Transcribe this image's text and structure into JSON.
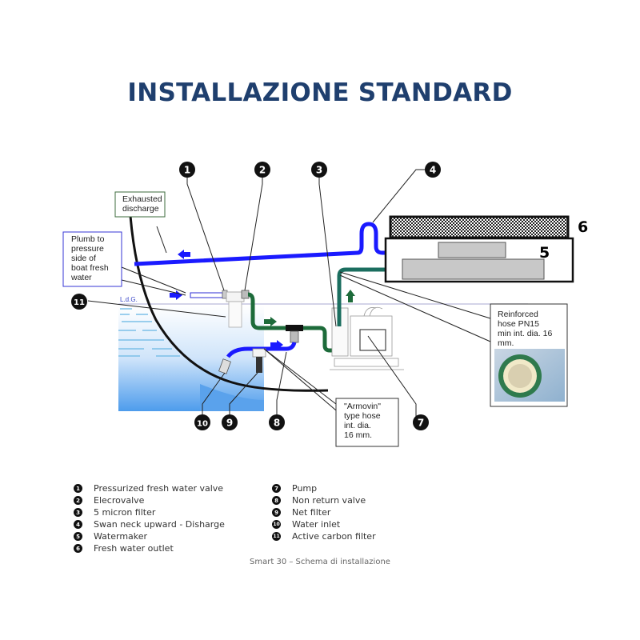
{
  "title": "INSTALLAZIONE STANDARD",
  "diagram": {
    "callouts": {
      "exhausted_discharge": [
        "Exhausted",
        "discharge"
      ],
      "plumb_to": [
        "Plumb to",
        "pressure",
        "side of",
        "boat fresh",
        "water"
      ],
      "waterline": "L.d.G.",
      "reinforced_hose": [
        "Reinforced",
        "hose   PN15",
        "min  int. dia.  16",
        "mm."
      ],
      "armovin_hose": [
        "\"Armovin\"",
        "type hose",
        "int. dia.",
        "16 mm."
      ]
    },
    "unit_labels": {
      "watermaker": "5",
      "outlet": "6"
    },
    "markers": [
      "1",
      "2",
      "3",
      "4",
      "7",
      "8",
      "9",
      "10",
      "11"
    ],
    "colors": {
      "discharge_line": "#1a1aff",
      "inlet_line": "#1a1aff",
      "pressure_line": "#1d6b3a",
      "outlet_line": "#1b6e5f",
      "sea": "#5aa8ee",
      "title": "#1f3f6e"
    }
  },
  "legend": {
    "left": [
      {
        "num": "1",
        "label": "Pressurized fresh water valve"
      },
      {
        "num": "2",
        "label": "Elecrovalve"
      },
      {
        "num": "3",
        "label": "5 micron filter"
      },
      {
        "num": "4",
        "label": "Swan neck upward - Disharge"
      },
      {
        "num": "5",
        "label": "Watermaker"
      },
      {
        "num": "6",
        "label": "Fresh water outlet"
      }
    ],
    "right": [
      {
        "num": "7",
        "label": "Pump"
      },
      {
        "num": "8",
        "label": "Non return valve"
      },
      {
        "num": "9",
        "label": "Net filter"
      },
      {
        "num": "10",
        "label": "Water inlet"
      },
      {
        "num": "11",
        "label": "Active carbon filter"
      }
    ]
  },
  "caption": "Smart 30 – Schema di installazione"
}
